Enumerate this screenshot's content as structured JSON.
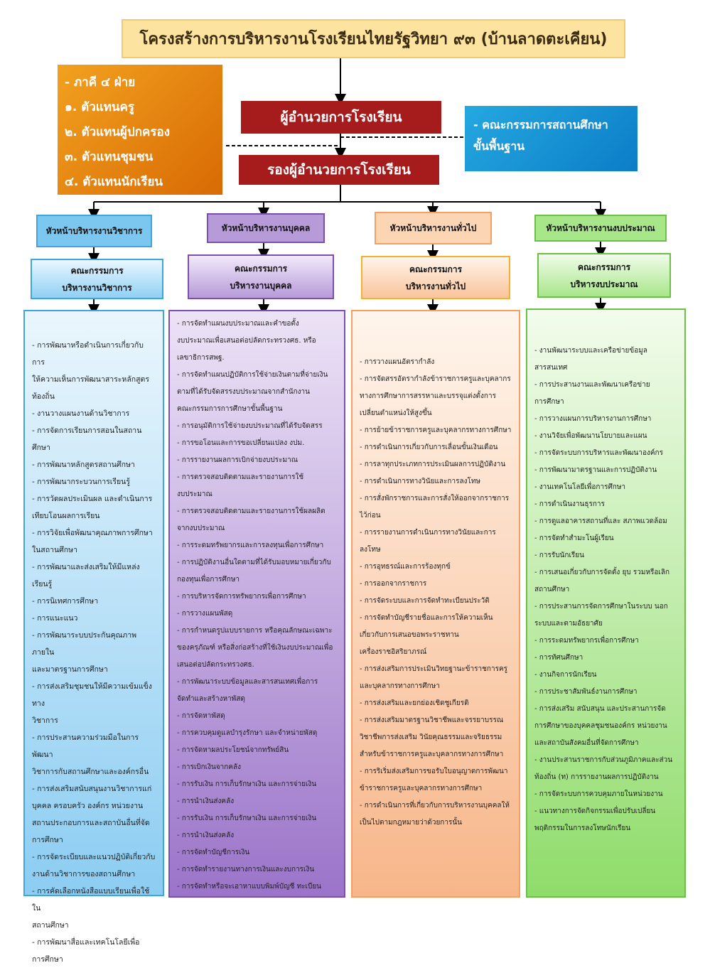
{
  "title": "โครงสร้างการบริหารงานโรงเรียนไทยรัฐวิทยา ๙๓ (บ้านลาดตะเคียน)",
  "representatives": {
    "heading": "- ภาคี ๔ ฝ่าย",
    "items": [
      "๑. ตัวแทนครู",
      "๒. ตัวแทนผู้ปกครอง",
      "๓. ตัวแทนชุมชน",
      "๔. ตัวแทนนักเรียน"
    ]
  },
  "director": "ผู้อำนวยการโรงเรียน",
  "deputy": "รองผู้อำนวยการโรงเรียน",
  "board": {
    "line1": "- คณะกรรมการสถานศึกษา",
    "line2": "ขั้นพื้นฐาน"
  },
  "colors": {
    "academic": "#7cc7f0",
    "personnel": "#b79ad8",
    "general": "#f8c49a",
    "budget": "#a8e68a",
    "director": "#a61c1c"
  },
  "departments": [
    {
      "head": "หัวหน้าบริหารงานวิชาการ",
      "committee": [
        "คณะกรรมการ",
        "บริหารงานวิชาการ"
      ],
      "items": [
        "- การพัฒนาหรือดำเนินการเกี่ยวกับการ",
        "ให้ความเห็นการพัฒนาสาระหลักสูตร",
        "ท้องถิ่น",
        "- งานวางแผนงานด้านวิชาการ",
        "- การจัดการเรียนการสอนในสถานศึกษา",
        "- การพัฒนาหลักสูตรสถานศึกษา",
        "- การพัฒนากระบวนการเรียนรู้",
        "- การวัดผลประเมินผล และดำเนินการ",
        "เทียบโอนผลการเรียน",
        "- การวิจัยเพื่อพัฒนาคุณภาพการศึกษา",
        "ในสถานศึกษา",
        "- การพัฒนาและส่งเสริมให้มีแหล่งเรียนรู้",
        "- การนิเทศการศึกษา",
        "- การแนะแนว",
        "- การพัฒนาระบบประกันคุณภาพภายใน",
        "และมาตรฐานการศึกษา",
        "- การส่งเสริมชุมชนให้มีความเข้มแข็งทาง",
        "วิชาการ",
        "- การประสานความร่วมมือในการพัฒนา",
        "วิชาการกับสถานศึกษาและองค์กรอื่น",
        "- การส่งเสริมสนับสนุนงานวิชาการแก่",
        "บุคคล ครอบครัว องค์กร หน่วยงาน",
        "สถานประกอบการและสถาบันอื่นที่จัด",
        "การศึกษา",
        "- การจัดระเบียบและแนวปฏิบัติเกี่ยวกับ",
        "งานด้านวิชาการของสถานศึกษา",
        "- การคัดเลือกหนังสือแบบเรียนเพื่อใช้ใน",
        "สถานศึกษา",
        "- การพัฒนาสื่อและเทคโนโลยีเพื่อ",
        "การศึกษา"
      ]
    },
    {
      "head": "หัวหน้าบริหารงานบุคคล",
      "committee": [
        "คณะกรรมการ",
        "บริหารงานบุคคล"
      ],
      "items": [
        "- การจัดทำแผนงบประมาณและคำขอตั้ง",
        "งบประมาณเพื่อเสนอต่อปลัดกระทรวงศธ. หรือ",
        "เลขาธิการสพฐ.",
        "- การจัดทำแผนปฏิบัติการใช้จ่ายเงินตามที่จ่ายเงิน",
        "ตามที่ได้รับจัดสรรงบประมาณจากสำนักงาน",
        "คณะกรรมการการศึกษาขั้นพื้นฐาน",
        "- การอนุมัติการใช้จ่ายงบประมาณที่ได้รับจัดสรร",
        "- การขอโอนและการขอเปลี่ยนแปลง งปม.",
        "- การรายงานผลการเบิกจ่ายงบประมาณ",
        "- การตรวจสอบติดตามและรายงานการใช้",
        "งบประมาณ",
        "- การตรวจสอบติดตามและรายงานการใช้ผลผลิต",
        "จากงบประมาณ",
        "- การระดมทรัพยากรและการลงทุนเพื่อการศึกษา",
        "- การปฏิบัติงานอื่นใดตามที่ได้รับมอบหมายเกี่ยวกับ",
        "กองทุนเพื่อการศึกษา",
        "- การบริหารจัดการทรัพยากรเพื่อการศึกษา",
        "- การวางแผนพัสดุ",
        "- การกำหนดรูปแบบรายการ หรือคุณลักษณะเฉพาะ",
        "ของครุภัณฑ์ หรือสิ่งก่อสร้างที่ใช้เงินงบประมาณเพื่อ",
        "เสนอต่อปลัดกระทรวงศธ.",
        "- การพัฒนาระบบข้อมูลและสารสนเทศเพื่อการ",
        "จัดทำและสร้างหาพัสดุ",
        "- การจัดหาพัสดุ",
        "- การควบคุมดูแลบำรุงรักษา และจำหน่ายพัสดุ",
        "- การจัดหาผลประโยชน์จากทรัพย์สิน",
        "- การเบิกเงินจากคลัง",
        "- การรับเงิน การเก็บรักษาเงิน และการจ่ายเงิน",
        "- การนำเงินส่งคลัง",
        "- การรับเงิน การเก็บรักษาเงิน และการจ่ายเงิน",
        "- การนำเงินส่งคลัง",
        "- การจัดทำบัญชีการเงิน",
        "- การจัดทำรายงานทางการเงินและงบการเงิน",
        "- การจัดทำหรือจะเอาหาแบบพิมพ์บัญชี ทะเบียน"
      ]
    },
    {
      "head": "หัวหน้าบริหารงานทั่วไป",
      "committee": [
        "คณะกรรมการ",
        "บริหารงานทั่วไป"
      ],
      "items": [
        "- การวางแผนอัตรากำลัง",
        "- การจัดสรรอัตรากำลังข้าราชการครูและบุคลากร",
        "ทางการศึกษาการสรรหาและบรรจุแต่งตั้งการ",
        "เปลี่ยนตำแหน่งให้สูงขึ้น",
        "- การย้ายข้าราชการครูและบุคลากรทางการศึกษา",
        "- การดำเนินการเกี่ยวกับการเลื่อนขั้นเงินเดือน",
        "- การลาทุกประเภทการประเมินผลการปฏิบัติงาน",
        "- การดำเนินการทางวินัยและการลงโทษ",
        "- การสั่งพักราชการและการสั่งให้ออกจากราชการ",
        "ไว้ก่อน",
        "- การรายงานการดำเนินการทางวินัยและการ",
        "ลงโทษ",
        "- การอุทธรณ์และการร้องทุกข์",
        "- การออกจากราชการ",
        "- การจัดระบบและการจัดทำทะเบียนประวัติ",
        "- การจัดทำบัญชีรายชื่อและการให้ความเห็น",
        "เกี่ยวกับการเสนอขอพระราชทาน",
        "เครื่องราชอิสริยาภรณ์",
        "- การส่งเสริมการประเมินวิทยฐานะข้าราชการครู",
        "และบุคลากรทางการศึกษา",
        "- การส่งเสริมและยกย่องเชิดชูเกียรติ",
        "- การส่งเสริมมาตรฐานวิชาชีพและจรรยาบรรณ",
        "วิชาชีพการส่งเสริม วินัยคุณธรรมและจริยธรรม",
        "สำหรับข้าราชการครูและบุคลากรทางการศึกษา",
        "- การริเริ่มส่งเสริมการขอรับใบอนุญาตการพัฒนา",
        "ข้าราชการครูและบุคลากรทางการศึกษา",
        "- การดำเนินการที่เกี่ยวกับการบริหารงานบุคคลให้",
        "เป็นไปตามกฎหมายว่าด้วยการนั้น"
      ]
    },
    {
      "head": "หัวหน้าบริหารงานงบประมาณ",
      "committee": [
        "คณะกรรมการ",
        "บริหารงบประมาณ"
      ],
      "items": [
        "- งานพัฒนาระบบและเครือข่ายข้อมูล",
        "สารสนเทศ",
        "- การประสานงานและพัฒนาเครือข่าย",
        "การศึกษา",
        "- การวางแผนการบริหารงานการศึกษา",
        "- งานวิจัยเพื่อพัฒนานโยบายและแผน",
        "- การจัดระบบการบริหารและพัฒนาองค์กร",
        "- การพัฒนามาตรฐานและการปฏิบัติงาน",
        "- งานเทคโนโลยีเพื่อการศึกษา",
        "- การดำเนินงานธุรการ",
        "- การดูแลอาคารสถานที่และ สภาพแวดล้อม",
        "- การจัดทำสำมะโนผู้เรียน",
        "- การรับนักเรียน",
        "- การเสนอเกี่ยวกับการจัดตั้ง ยุบ รวมหรือเลิก",
        "สถานศึกษา",
        "- การประสานการจัดการศึกษาในระบบ นอก",
        "ระบบและตามอัธยาศัย",
        "- การระดมทรัพยากรเพื่อการศึกษา",
        "- การทัศนศึกษา",
        "- งานกิจการนักเรียน",
        "- การประชาสัมพันธ์งานการศึกษา",
        "- การส่งเสริม สนับสนุน และประสานการจัด",
        "การศึกษาของบุคคลชุมชนองค์กร หน่วยงาน",
        "และสถาบันสังคมอื่นที่จัดการศึกษา",
        "- งานประสานราชการกับส่วนภูมิภาคและส่วน",
        "ท้องถิ่น (ท) การรายงานผลการปฏิบัติงาน",
        "- การจัดระบบการควบคุมภายในหน่วยงาน",
        "- แนวทางการจัดกิจกรรมเพื่อปรับเปลี่ยน",
        "พฤติกรรมในการลงโทษนักเรียน"
      ]
    }
  ]
}
